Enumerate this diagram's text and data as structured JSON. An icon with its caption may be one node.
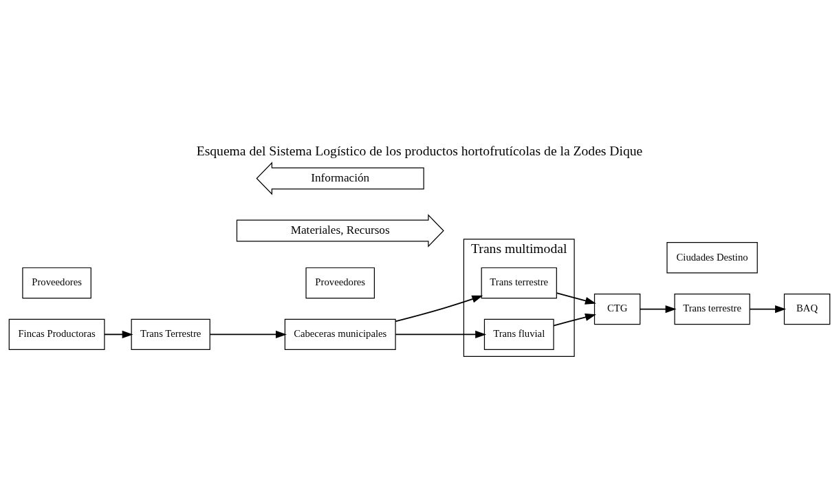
{
  "diagram": {
    "title": "Esquema del Sistema Logístico de los productos hortofrutícolas de la Zodes Dique",
    "nodes": [
      {
        "text": [
          "Información"
        ]
      },
      {
        "text": [
          "Proveedores"
        ]
      },
      {
        "text": [
          "Proveedores"
        ]
      },
      {
        "text": [
          "Trans multimodal"
        ]
      },
      {
        "text": [
          "Ciudades Destino"
        ]
      },
      {
        "text": [
          "Fincas Productoras"
        ]
      },
      {
        "text": [
          "Trans Terrestre"
        ]
      },
      {
        "text": [
          "Cabeceras municipales"
        ]
      },
      {
        "text": [
          "Trans terrestre"
        ],
        "in": 3
      },
      {
        "text": [
          "CTG"
        ]
      },
      {
        "text": [
          "Trans terrestre"
        ]
      },
      {
        "text": [
          "BAQ"
        ]
      },
      {
        "text": [
          "Trans fluvial"
        ],
        "in": 3
      },
      {
        "text": [
          "Materiales, Recursos"
        ]
      }
    ],
    "edges": [
      {
        "from": 5,
        "to": 6,
        "arrow": "to"
      },
      {
        "from": 6,
        "to": 7,
        "arrow": "to"
      },
      {
        "from": 7,
        "to": 8,
        "arrow": "to"
      },
      {
        "from": 8,
        "to": 9,
        "arrow": "to"
      },
      {
        "from": 9,
        "to": 10,
        "arrow": "to"
      },
      {
        "from": 10,
        "to": 11,
        "arrow": "to"
      },
      {
        "from": 7,
        "to": 12,
        "arrow": "to"
      },
      {
        "from": 12,
        "to": 9,
        "arrow": "to"
      }
    ]
  }
}
